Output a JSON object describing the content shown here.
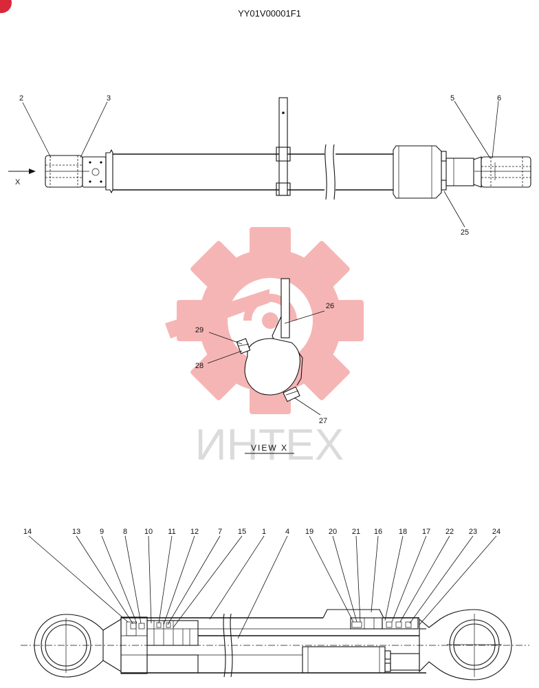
{
  "title": "YY01V00001F1",
  "view_label": "VIEW  X",
  "arrow_label": "X",
  "watermark": {
    "text": "ИНТЕХ",
    "color": "#f07a7a"
  },
  "corner_badge_color": "#d8283a",
  "labels": {
    "l1": "1",
    "l2": "2",
    "l3": "3",
    "l4": "4",
    "l5": "5",
    "l6": "6",
    "l7": "7",
    "l8": "8",
    "l9": "9",
    "l10": "10",
    "l11": "11",
    "l12": "12",
    "l13": "13",
    "l14": "14",
    "l15": "15",
    "l16": "16",
    "l17": "17",
    "l18": "18",
    "l19": "19",
    "l20": "20",
    "l21": "21",
    "l22": "22",
    "l23": "23",
    "l24": "24",
    "l25": "25",
    "l26": "26",
    "l27": "27",
    "l28": "28",
    "l29": "29"
  }
}
